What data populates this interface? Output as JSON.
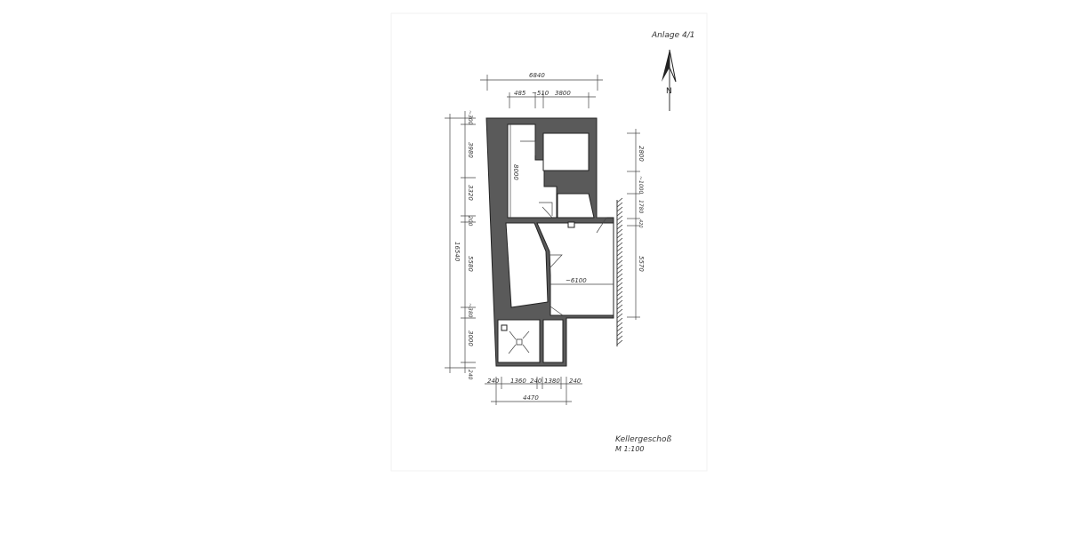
{
  "sheet": {
    "annex_label": "Anlage 4/1",
    "north_label": "N",
    "floor_name": "Kellergeschoß",
    "scale": "M 1:100"
  },
  "dimensions": {
    "top_overall": "6840",
    "top_parts": [
      "485",
      "~510",
      "3800"
    ],
    "left_overall": "16540",
    "left_parts": [
      "~300",
      "3980",
      "3320",
      "200",
      "5580",
      "~380",
      "3000",
      "240"
    ],
    "right_parts": [
      "2800",
      "~1000",
      "1780",
      "420",
      "5570"
    ],
    "bottom_parts": [
      "240",
      "1360",
      "240",
      "1380",
      "240"
    ],
    "bottom_overall": "4470",
    "inner_vertical": "8000",
    "inner_horizontal": "~6100"
  },
  "colors": {
    "ink": "#333333",
    "wall_fill": "#5a5a5a"
  }
}
